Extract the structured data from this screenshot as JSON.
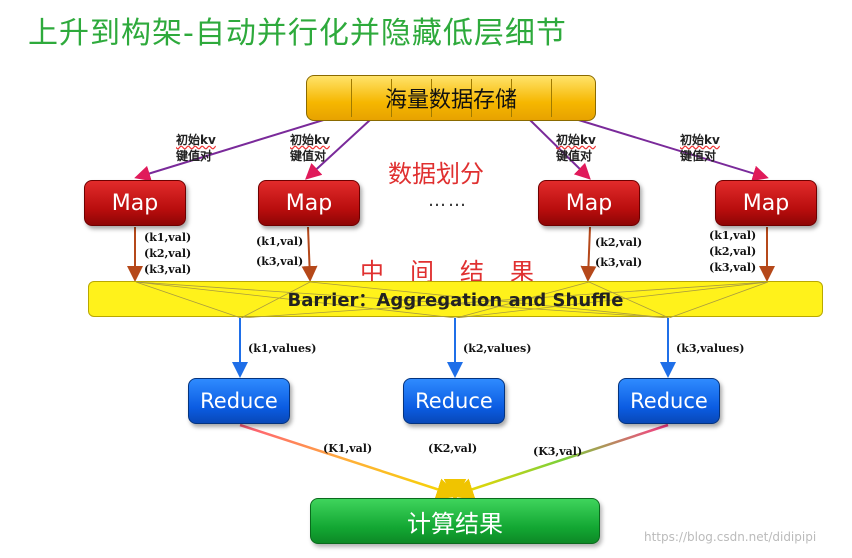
{
  "title": "上升到构架-自动并行化并隐藏低层细节",
  "storage": "海量数据存储",
  "init_kv": {
    "line1": "初始kv",
    "line2": "键值对"
  },
  "partition_label": "数据划分",
  "ellipsis": "……",
  "map_label": "Map",
  "map_outputs": [
    [
      "(k1,val)",
      "(k2,val)",
      "(k3,val)"
    ],
    [
      "(k1,val)",
      "(k3,val)"
    ],
    [
      "(k2,val)",
      "(k3,val)"
    ],
    [
      "(k1,val)",
      "(k2,val)",
      "(k3,val)"
    ]
  ],
  "intermediate_label": "中间结果",
  "barrier": "Barrier：Aggregation and Shuffle",
  "reduce_inputs": [
    "(k1,values)",
    "(k2,values)",
    "(k3,values)"
  ],
  "reduce_label": "Reduce",
  "reduce_outputs": [
    "(K1,val)",
    "(K2,val)",
    "(K3,val)"
  ],
  "result": "计算结果",
  "watermark": "https://blog.csdn.net/didipipi",
  "colors": {
    "title": "#2eaa3c",
    "map": "#c81414",
    "reduce": "#1166f0",
    "storage": "#f6b700",
    "barrier": "#fff21b",
    "result": "#13a733",
    "accent_red": "#e03030"
  }
}
